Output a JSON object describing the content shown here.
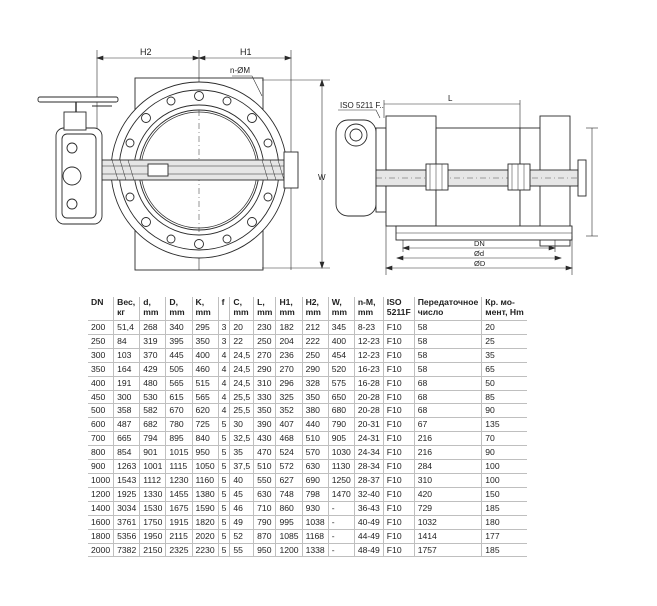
{
  "drawing": {
    "labels": {
      "h2": "H2",
      "h1": "H1",
      "n_phi_m": "n-ØM",
      "iso": "ISO 5211 F..",
      "w": "W",
      "l": "L",
      "dn": "DN",
      "phi_d_small": "Ød",
      "phi_d_big": "ØD"
    }
  },
  "table": {
    "headers": [
      [
        "DN"
      ],
      [
        "Вес,",
        "кг"
      ],
      [
        "d,",
        "mm"
      ],
      [
        "D,",
        "mm"
      ],
      [
        "K,",
        "mm"
      ],
      [
        "f"
      ],
      [
        "C,",
        "mm"
      ],
      [
        "L,",
        "mm"
      ],
      [
        "H1,",
        "mm"
      ],
      [
        "H2,",
        "mm"
      ],
      [
        "W,",
        "mm"
      ],
      [
        "n-M,",
        "mm"
      ],
      [
        "ISO",
        "5211F"
      ],
      [
        "Передаточное",
        "число"
      ],
      [
        "Кр. мо-",
        "мент, Нm"
      ]
    ],
    "rows": [
      [
        "200",
        "51,4",
        "268",
        "340",
        "295",
        "3",
        "20",
        "230",
        "182",
        "212",
        "345",
        "8-23",
        "F10",
        "58",
        "20"
      ],
      [
        "250",
        "84",
        "319",
        "395",
        "350",
        "3",
        "22",
        "250",
        "204",
        "222",
        "400",
        "12-23",
        "F10",
        "58",
        "25"
      ],
      [
        "300",
        "103",
        "370",
        "445",
        "400",
        "4",
        "24,5",
        "270",
        "236",
        "250",
        "454",
        "12-23",
        "F10",
        "58",
        "35"
      ],
      [
        "350",
        "164",
        "429",
        "505",
        "460",
        "4",
        "24,5",
        "290",
        "270",
        "290",
        "520",
        "16-23",
        "F10",
        "58",
        "65"
      ],
      [
        "400",
        "191",
        "480",
        "565",
        "515",
        "4",
        "24,5",
        "310",
        "296",
        "328",
        "575",
        "16-28",
        "F10",
        "68",
        "50"
      ],
      [
        "450",
        "300",
        "530",
        "615",
        "565",
        "4",
        "25,5",
        "330",
        "325",
        "350",
        "650",
        "20-28",
        "F10",
        "68",
        "85"
      ],
      [
        "500",
        "358",
        "582",
        "670",
        "620",
        "4",
        "25,5",
        "350",
        "352",
        "380",
        "680",
        "20-28",
        "F10",
        "68",
        "90"
      ],
      [
        "600",
        "487",
        "682",
        "780",
        "725",
        "5",
        "30",
        "390",
        "407",
        "440",
        "790",
        "20-31",
        "F10",
        "67",
        "135"
      ],
      [
        "700",
        "665",
        "794",
        "895",
        "840",
        "5",
        "32,5",
        "430",
        "468",
        "510",
        "905",
        "24-31",
        "F10",
        "216",
        "70"
      ],
      [
        "800",
        "854",
        "901",
        "1015",
        "950",
        "5",
        "35",
        "470",
        "524",
        "570",
        "1030",
        "24-34",
        "F10",
        "216",
        "90"
      ],
      [
        "900",
        "1263",
        "1001",
        "1115",
        "1050",
        "5",
        "37,5",
        "510",
        "572",
        "630",
        "1130",
        "28-34",
        "F10",
        "284",
        "100"
      ],
      [
        "1000",
        "1543",
        "1112",
        "1230",
        "1160",
        "5",
        "40",
        "550",
        "627",
        "690",
        "1250",
        "28-37",
        "F10",
        "310",
        "100"
      ],
      [
        "1200",
        "1925",
        "1330",
        "1455",
        "1380",
        "5",
        "45",
        "630",
        "748",
        "798",
        "1470",
        "32-40",
        "F10",
        "420",
        "150"
      ],
      [
        "1400",
        "3034",
        "1530",
        "1675",
        "1590",
        "5",
        "46",
        "710",
        "860",
        "930",
        "-",
        "36-43",
        "F10",
        "729",
        "185"
      ],
      [
        "1600",
        "3761",
        "1750",
        "1915",
        "1820",
        "5",
        "49",
        "790",
        "995",
        "1038",
        "-",
        "40-49",
        "F10",
        "1032",
        "180"
      ],
      [
        "1800",
        "5356",
        "1950",
        "2115",
        "2020",
        "5",
        "52",
        "870",
        "1085",
        "1168",
        "-",
        "44-49",
        "F10",
        "1414",
        "177"
      ],
      [
        "2000",
        "7382",
        "2150",
        "2325",
        "2230",
        "5",
        "55",
        "950",
        "1200",
        "1338",
        "-",
        "48-49",
        "F10",
        "1757",
        "185"
      ]
    ]
  }
}
